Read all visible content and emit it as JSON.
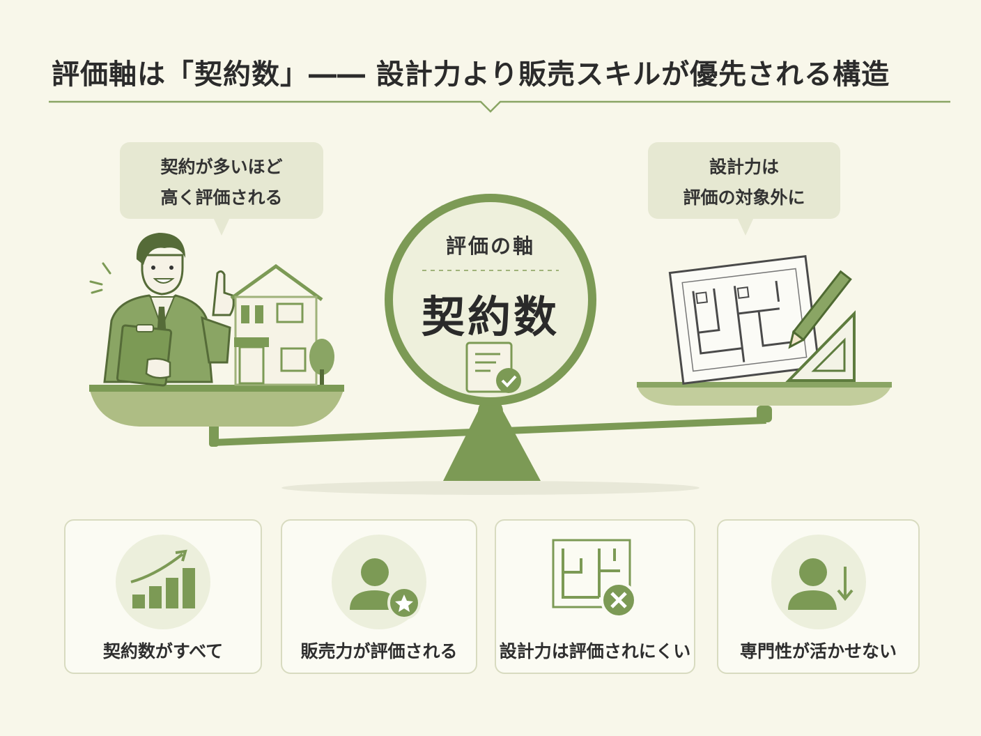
{
  "title": "評価軸は「契約数」―― 設計力より販売スキルが優先される構造",
  "bubbles": {
    "left": [
      "契約が多いほど",
      "高く評価される"
    ],
    "right": [
      "設計力は",
      "評価の対象外に"
    ]
  },
  "center": {
    "label": "評価の軸",
    "value": "契約数"
  },
  "cards": [
    {
      "label": "契約数がすべて",
      "icon": "rising-bar-chart-icon"
    },
    {
      "label": "販売力が評価される",
      "icon": "person-star-icon"
    },
    {
      "label": "設計力は評価されにくい",
      "icon": "floor-plan-x-icon"
    },
    {
      "label": "専門性が活かせない",
      "icon": "person-down-arrow-icon"
    }
  ],
  "colors": {
    "background": "#f8f7ea",
    "primary_green": "#7c9a55",
    "light_green": "#aebd84",
    "bubble": "#e6e8d2",
    "card_border": "#d8dbc0"
  }
}
